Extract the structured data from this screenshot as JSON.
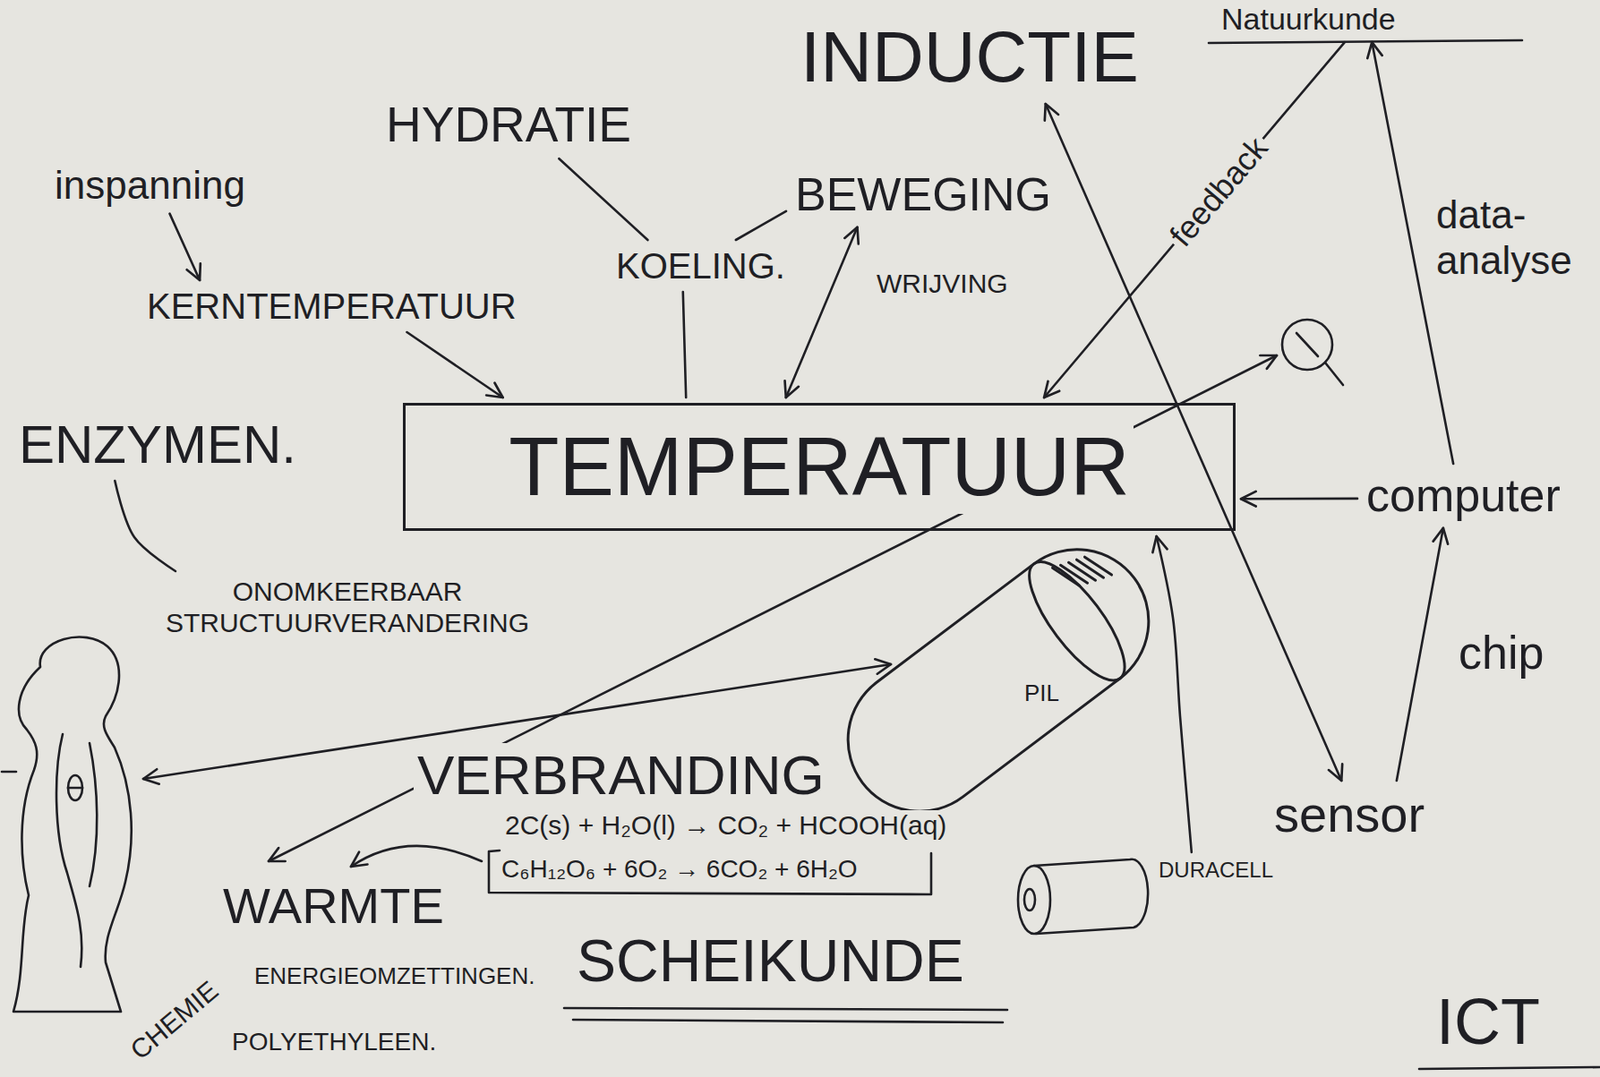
{
  "diagram": {
    "nodes": [
      {
        "text": [
          "INDUCTIE"
        ]
      },
      {
        "text": [
          "Natuurkunde"
        ]
      },
      {
        "text": [
          "HYDRATIE"
        ]
      },
      {
        "text": [
          "inspanning"
        ]
      },
      {
        "text": [
          "BEWEGING"
        ]
      },
      {
        "text": [
          "KOELING."
        ]
      },
      {
        "text": [
          "KERNTEMPERATUUR"
        ]
      },
      {
        "text": [
          "ENZYMEN."
        ]
      },
      {
        "text": [
          "TEMPERATUUR"
        ]
      },
      {
        "text": [
          "computer"
        ]
      },
      {
        "text": [
          "ONOMKEERBAAR STRUCTUURVERANDERING"
        ]
      },
      {
        "text": [
          "PIL"
        ]
      },
      {
        "text": [
          "sensor"
        ]
      },
      {
        "text": [
          "DURACELL"
        ]
      },
      {
        "text": [
          "WARMTE"
        ]
      }
    ],
    "edges": [
      {
        "from": 3,
        "to": 6,
        "arrow": "to"
      },
      {
        "from": 6,
        "to": 8,
        "arrow": "to"
      },
      {
        "from": 2,
        "to": 5,
        "arrow": "none"
      },
      {
        "from": 4,
        "to": 5,
        "arrow": "none"
      },
      {
        "from": 5,
        "to": 8,
        "arrow": "none"
      },
      {
        "from": 8,
        "to": 4,
        "label": "WRIJVING",
        "arrow": "both"
      },
      {
        "from": 12,
        "to": 0,
        "arrow": "both"
      },
      {
        "from": 1,
        "to": 8,
        "label": "feedback",
        "arrow": "to"
      },
      {
        "from": 9,
        "to": 1,
        "label": "data-analyse",
        "arrow": "to"
      },
      {
        "from": 9,
        "to": 8,
        "arrow": "to"
      },
      {
        "from": 12,
        "to": 9,
        "label": "chip",
        "arrow": "to"
      },
      {
        "from": 13,
        "to": 8,
        "arrow": "to"
      },
      {
        "from": 7,
        "to": 10,
        "arrow": "none"
      }
    ],
    "labels": [
      "VERBRANDING",
      "2C(s) + H₂O(l) → CO₂ + HCOOH(aq)",
      "C₆H₁₂O₆ + 6O₂ → 6CO₂ + 6H₂O",
      "ENERGIEOMZETTINGEN.",
      "SCHEIKUNDE",
      "CHEMIE",
      "POLYETHYLEEN.",
      "ICT"
    ]
  }
}
